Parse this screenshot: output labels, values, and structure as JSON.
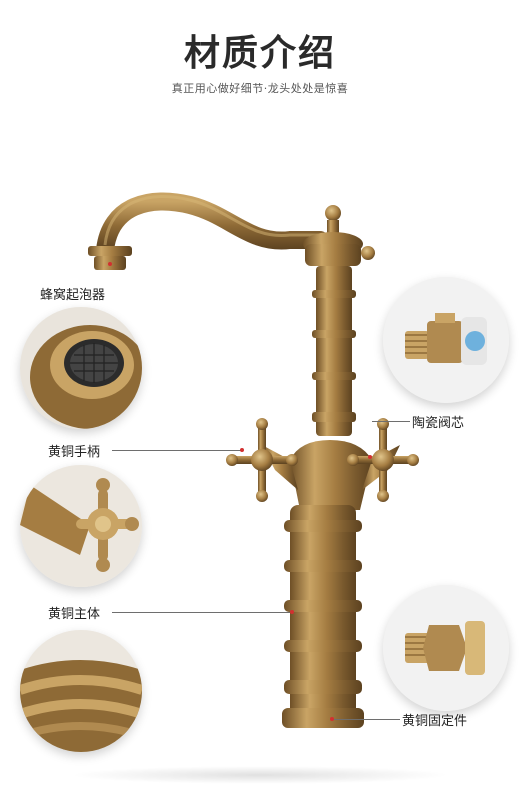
{
  "header": {
    "title": "材质介绍",
    "subtitle": "真正用心做好细节·龙头处处是惊喜"
  },
  "callouts": {
    "aerator": "蜂窝起泡器",
    "ceramic_valve": "陶瓷阀芯",
    "brass_handle": "黄铜手柄",
    "brass_body": "黄铜主体",
    "brass_fixture": "黄铜固定件"
  },
  "colors": {
    "brass_dark": "#7a5a2e",
    "brass_mid": "#b08a50",
    "brass_light": "#d8b878",
    "accent_dot": "#d23030"
  }
}
